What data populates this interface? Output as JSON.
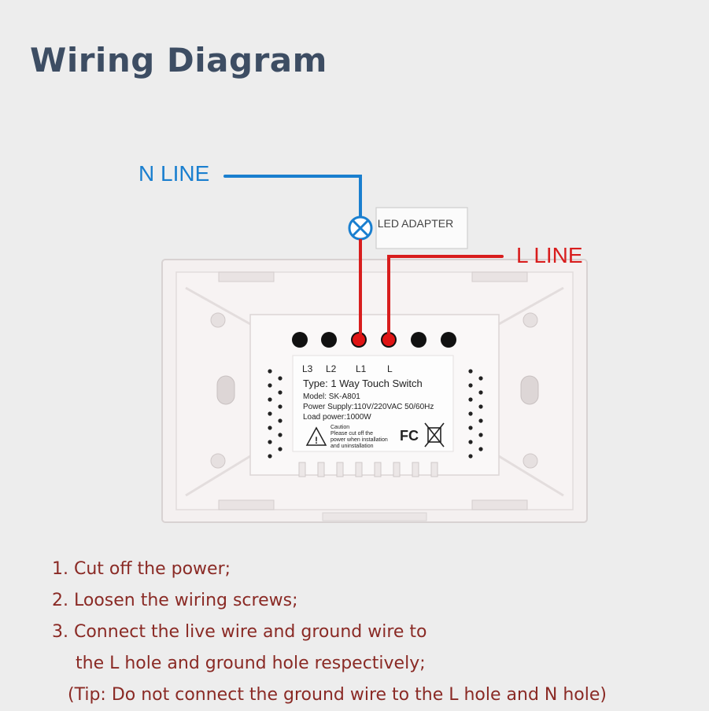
{
  "title": "Wiring Diagram",
  "wires": {
    "n_line": "N LINE",
    "l_line": "L LINE",
    "n_color": "#1a7fcf",
    "l_color": "#d81d1d"
  },
  "adapter": {
    "label": "LED ADAPTER"
  },
  "terminals": [
    "L3",
    "L2",
    "L1",
    "L"
  ],
  "plate": {
    "type": "Type: 1 Way Touch Switch",
    "model": "Model: SK-A801",
    "power_supply": "Power Supply:110V/220VAC 50/60Hz",
    "load_power": "Load power:1000W",
    "caution_title": "Caution",
    "caution_line1": "Please cut off the",
    "caution_line2": "power when installation",
    "caution_line3": "and uninstallation",
    "fc_mark": "FC"
  },
  "instructions": [
    "1. Cut off the power;",
    "2. Loosen the wiring screws;",
    "3. Connect the live wire and ground wire to",
    "the L hole and ground hole respectively;",
    "(Tip: Do not connect the ground wire to the L hole and N hole)"
  ]
}
